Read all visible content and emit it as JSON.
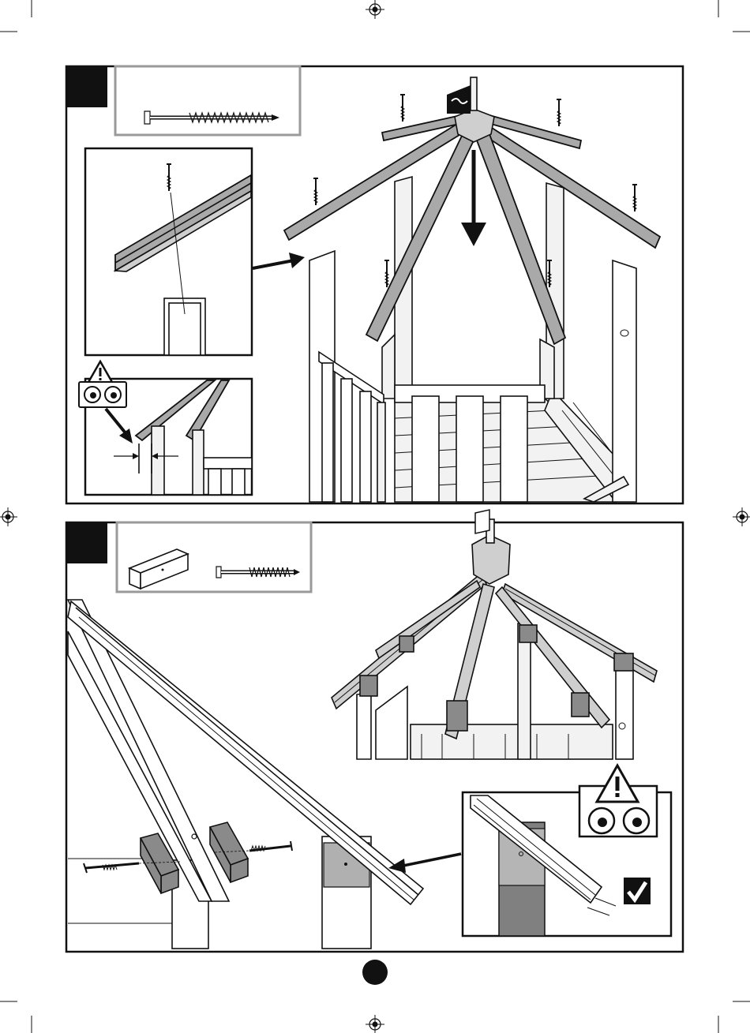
{
  "document": {
    "type": "assembly-instruction-page",
    "steps": [
      {
        "id": "step-a",
        "number": "",
        "parts": [
          "screw-icon"
        ]
      },
      {
        "id": "step-b",
        "number": "",
        "parts": [
          "wood-block-icon",
          "screw-icon"
        ]
      }
    ],
    "page_number": "",
    "icons": {
      "warning": "warning-triangle-icon",
      "eyes": "attention-eyes-icon",
      "check": "checkmark-icon",
      "arrow": "direction-arrow-icon",
      "registration": "registration-mark-icon"
    },
    "colors": {
      "ink": "#111111",
      "beam": "#a9a9a9",
      "frame_grey": "#9a9a9a",
      "dark_panel": "#808080"
    }
  }
}
